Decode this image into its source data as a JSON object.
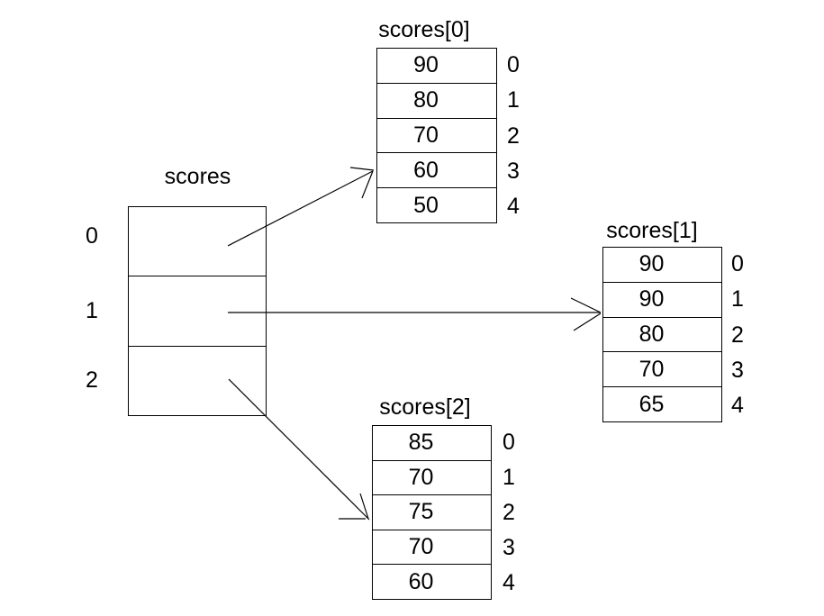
{
  "main_array": {
    "title": "scores",
    "indices": [
      "0",
      "1",
      "2"
    ]
  },
  "subarrays": [
    {
      "title": "scores[0]",
      "values": [
        "90",
        "80",
        "70",
        "60",
        "50"
      ],
      "indices": [
        "0",
        "1",
        "2",
        "3",
        "4"
      ]
    },
    {
      "title": "scores[1]",
      "values": [
        "90",
        "90",
        "80",
        "70",
        "65"
      ],
      "indices": [
        "0",
        "1",
        "2",
        "3",
        "4"
      ]
    },
    {
      "title": "scores[2]",
      "values": [
        "85",
        "70",
        "75",
        "70",
        "60"
      ],
      "indices": [
        "0",
        "1",
        "2",
        "3",
        "4"
      ]
    }
  ],
  "colors": {
    "background": "#ffffff",
    "line": "#000000",
    "text": "#000000"
  }
}
